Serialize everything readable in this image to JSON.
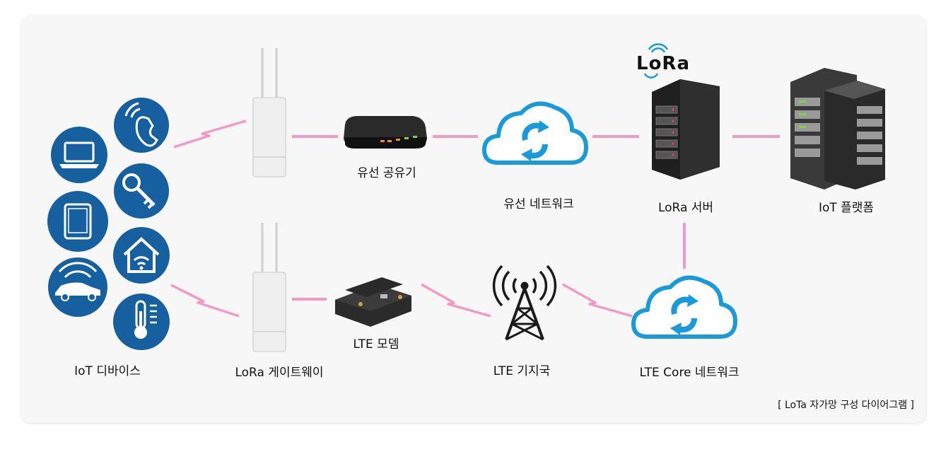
{
  "labels": {
    "iot_devices": "IoT 디바이스",
    "lora_gateway": "LoRa 게이트웨이",
    "wired_router": "유선 공유기",
    "wired_network": "유선 네트워크",
    "lora_server": "LoRa 서버",
    "iot_platform": "IoT 플랫폼",
    "lte_modem": "LTE 모뎀",
    "lte_base_station": "LTE 기지국",
    "lte_core_network": "LTE Core 네트워크"
  },
  "logo": {
    "text": "LoRa"
  },
  "caption": "[ LoTa 자가망 구성 다이어그램 ]",
  "colors": {
    "link": "#f29ac4",
    "device_circle": "#17609f",
    "cloud": "#1a9ad8",
    "dark": "#2b2b2b"
  },
  "icons": [
    "laptop-icon",
    "tablet-icon",
    "car-icon",
    "phone-icon",
    "key-icon",
    "smart-home-icon",
    "thermometer-icon",
    "antenna-gateway-icon",
    "router-icon",
    "cloud-icon",
    "server-icon",
    "server-rack-icon",
    "lte-modem-icon",
    "cell-tower-icon"
  ]
}
